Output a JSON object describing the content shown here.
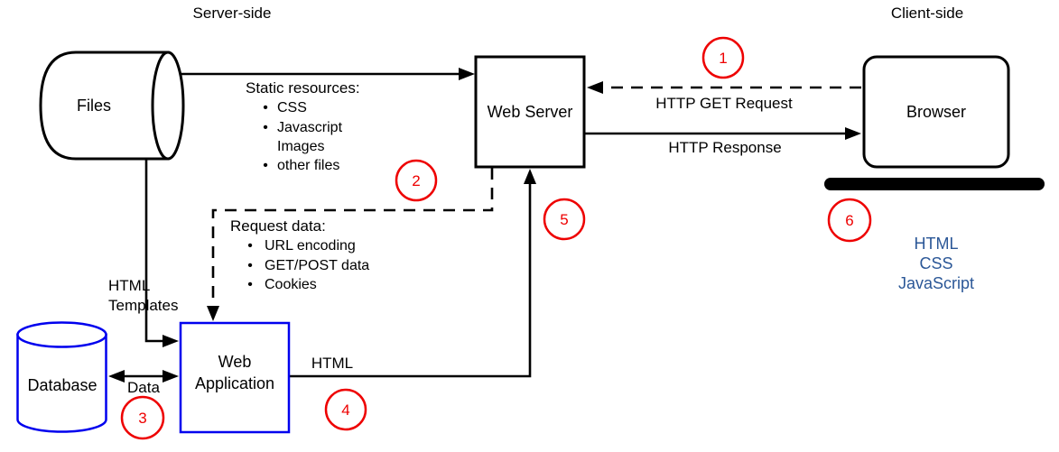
{
  "regions": {
    "server": "Server-side",
    "client": "Client-side"
  },
  "nodes": {
    "files": {
      "label": "Files"
    },
    "web_server": {
      "label": "Web Server"
    },
    "browser": {
      "label": "Browser"
    },
    "database": {
      "label": "Database"
    },
    "web_application": {
      "line1": "Web",
      "line2": "Application"
    }
  },
  "edges": {
    "static_resources": {
      "title": "Static resources:",
      "bullet": "•",
      "items": [
        "CSS",
        "Javascript",
        "Images",
        "other files"
      ]
    },
    "request_data": {
      "title": "Request data:",
      "bullet": "•",
      "items": [
        "URL encoding",
        "GET/POST data",
        "Cookies"
      ]
    },
    "http_get_request": {
      "label": "HTTP GET Request"
    },
    "http_response": {
      "label": "HTTP Response"
    },
    "html_templates": {
      "line1": "HTML",
      "line2": "Templates"
    },
    "database_data": {
      "label": "Data"
    },
    "app_html": {
      "label": "HTML"
    }
  },
  "client_code": {
    "items": [
      "HTML",
      "CSS",
      "JavaScript"
    ]
  },
  "steps": [
    "1",
    "2",
    "3",
    "4",
    "5",
    "6"
  ],
  "colors": {
    "line_black": "#000000",
    "node_blue": "#0000EE",
    "step_red": "#EE0000",
    "client_code_blue": "#2B5797",
    "background": "#FFFFFF"
  }
}
